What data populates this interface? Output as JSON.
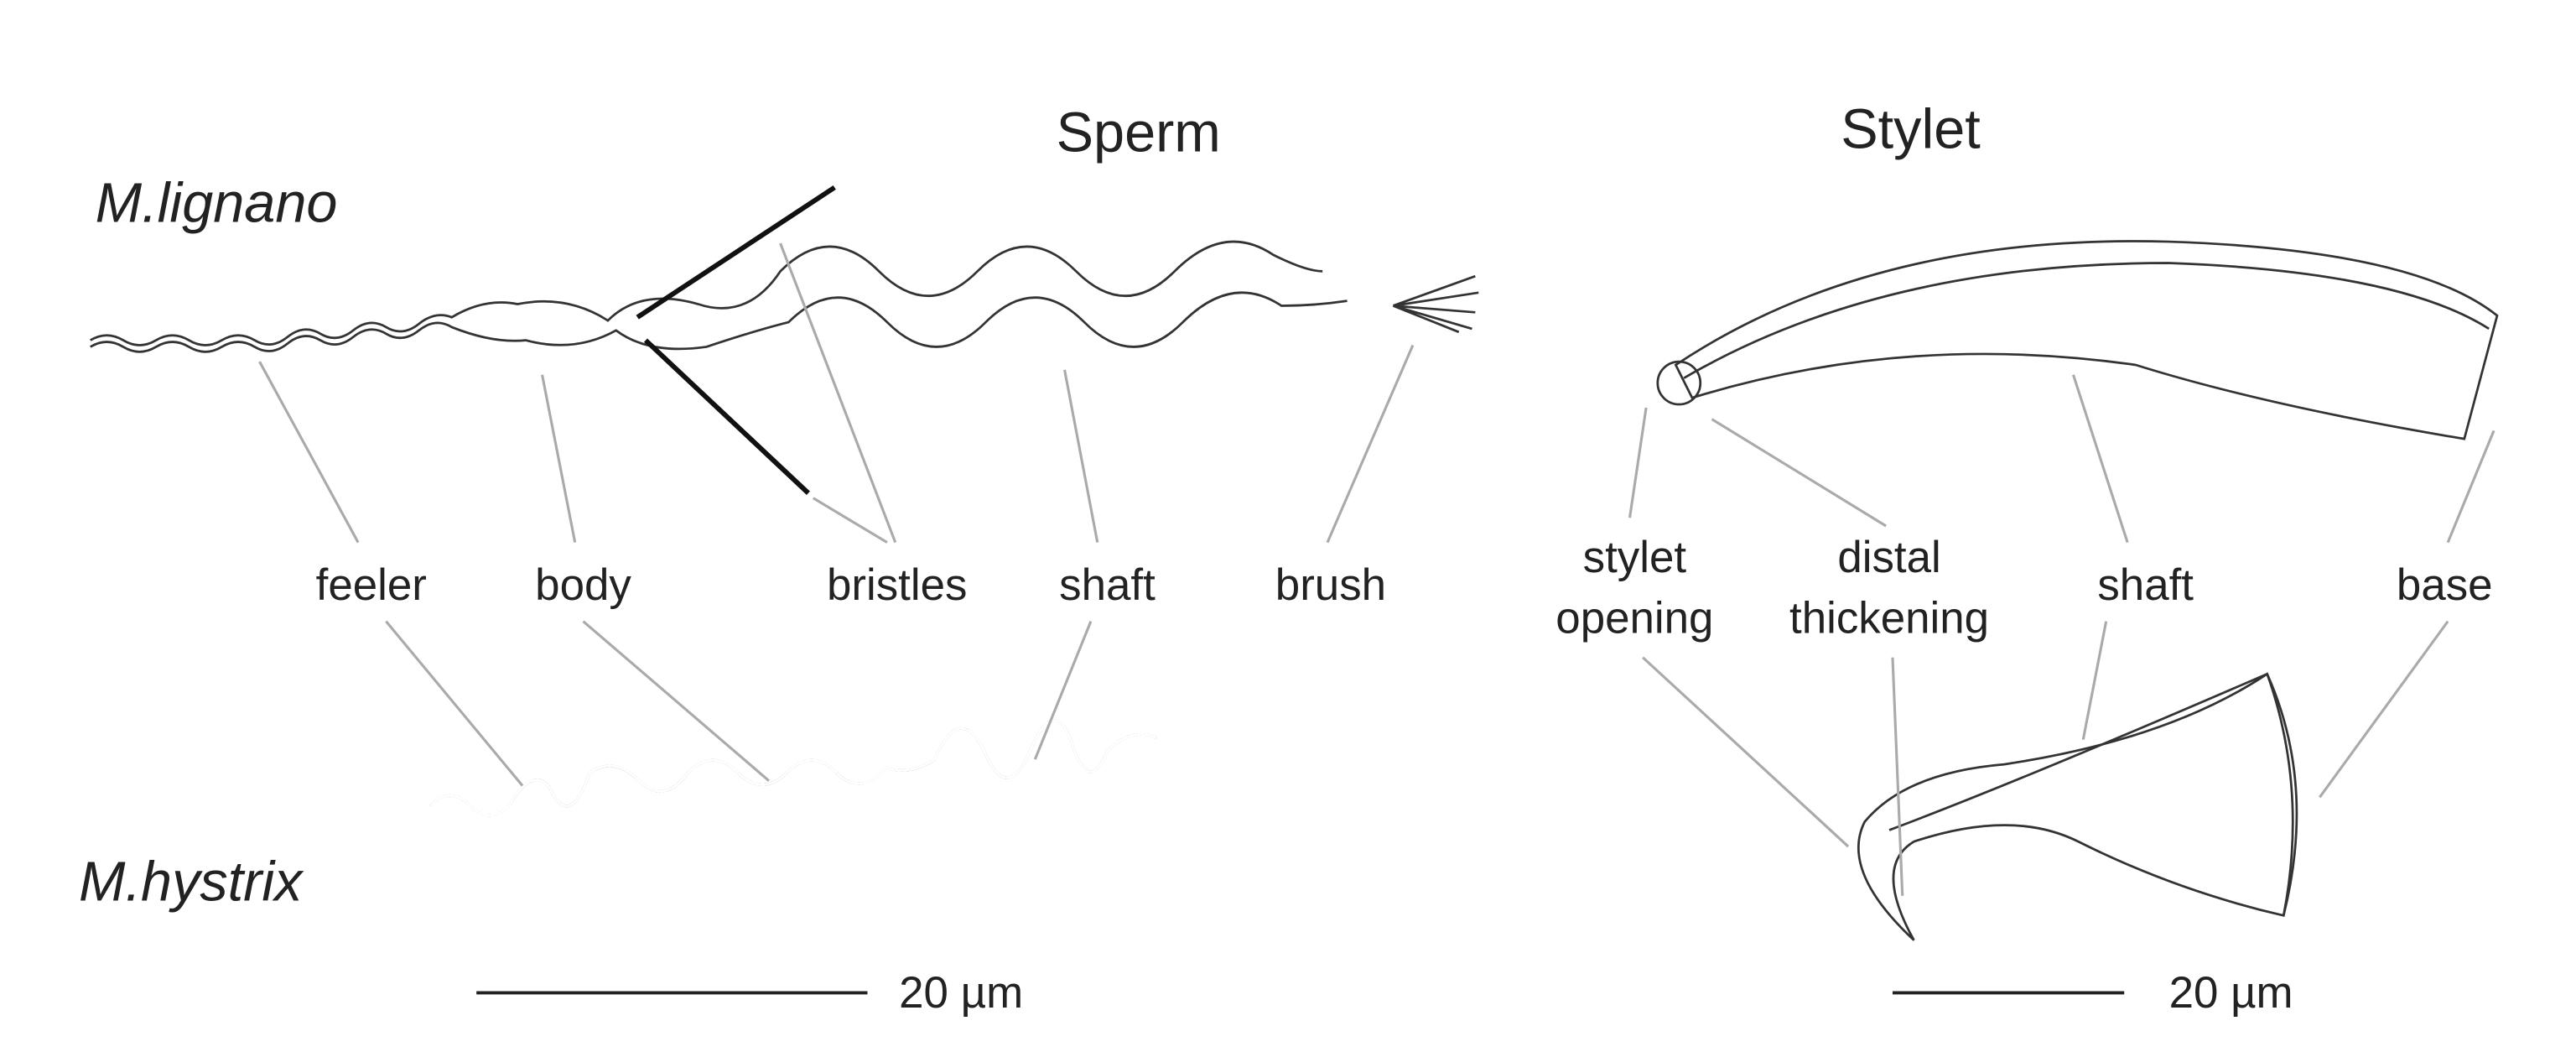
{
  "titles": {
    "sperm": "Sperm",
    "stylet": "Stylet"
  },
  "species": {
    "top": "M.lignano",
    "bottom": "M.hystrix"
  },
  "sperm_labels": {
    "feeler": "feeler",
    "body": "body",
    "bristles": "bristles",
    "shaft": "shaft",
    "brush": "brush"
  },
  "stylet_labels": {
    "opening_1": "stylet",
    "opening_2": "opening",
    "distal_1": "distal",
    "distal_2": "thickening",
    "shaft": "shaft",
    "base": "base"
  },
  "scale_bars": {
    "sperm": "20 µm",
    "stylet": "20 µm"
  }
}
